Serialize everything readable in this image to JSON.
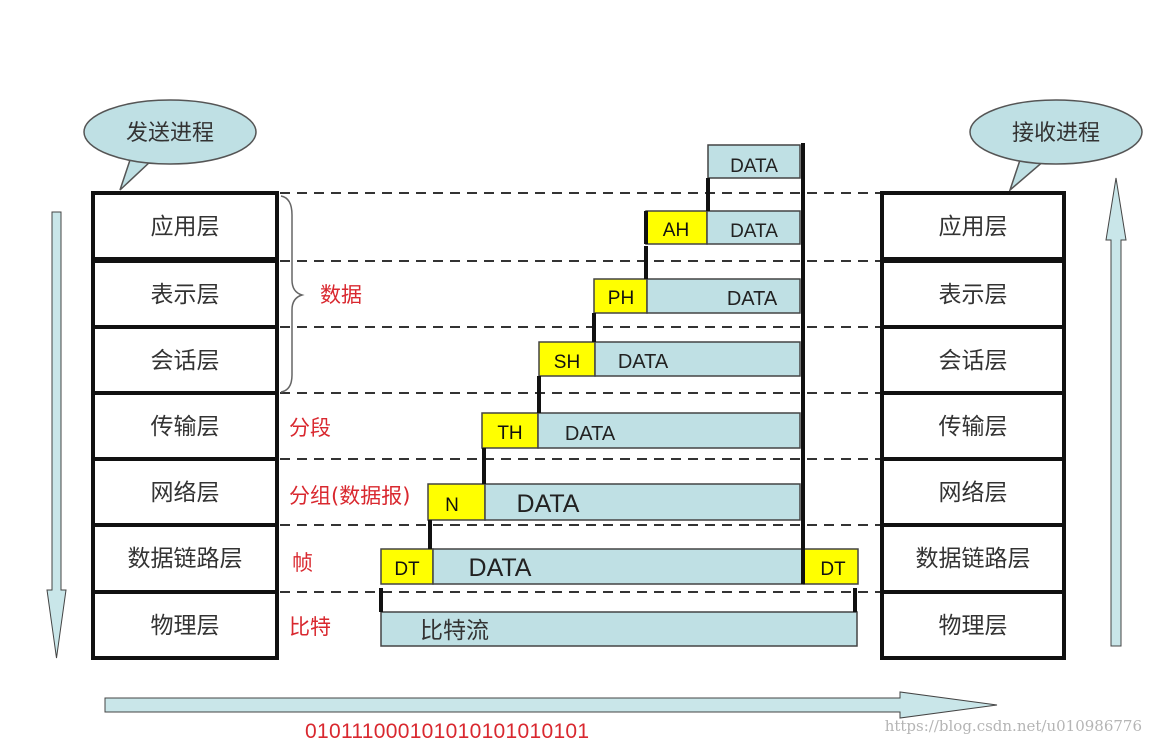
{
  "sender_bubble": "发送进程",
  "receiver_bubble": "接收进程",
  "layers": [
    "应用层",
    "表示层",
    "会话层",
    "传输层",
    "网络层",
    "数据链路层",
    "物理层"
  ],
  "pdu_labels": {
    "data": "数据",
    "segment": "分段",
    "packet": "分组(数据报)",
    "frame": "帧",
    "bits": "比特"
  },
  "units": {
    "top_data": "DATA",
    "application": {
      "header": "AH",
      "data": "DATA"
    },
    "presentation": {
      "header": "PH",
      "data": "DATA"
    },
    "session": {
      "header": "SH",
      "data": "DATA"
    },
    "transport": {
      "header": "TH",
      "data": "DATA"
    },
    "network": {
      "header": "N",
      "data": "DATA"
    },
    "datalink": {
      "header": "DT",
      "data": "DATA",
      "trailer": "DT"
    },
    "physical": {
      "data": "比特流"
    }
  },
  "bitstream": "010111000101010101010101",
  "watermark": "https://blog.csdn.net/u010986776",
  "colors": {
    "header": "#ffff00",
    "data_fill": "#bfe0e4",
    "arrow_fill": "#c9e6e9",
    "bubble_fill": "#bfe0e4",
    "label_red": "#d9282f"
  }
}
